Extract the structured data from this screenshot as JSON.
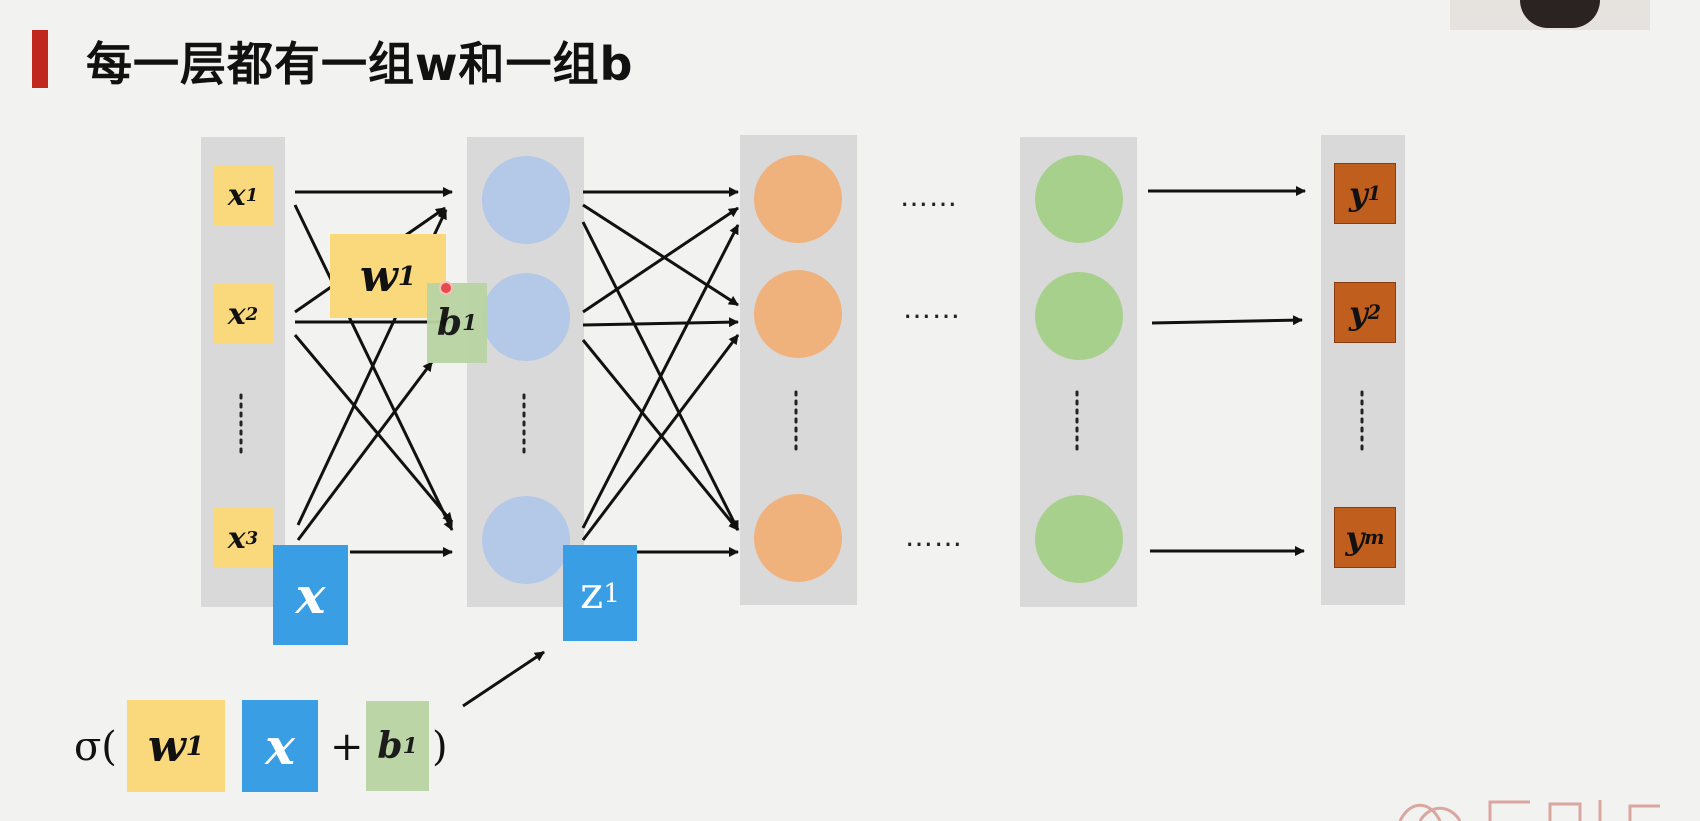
{
  "title": "每一层都有一组w和一组b",
  "input_labels": [
    {
      "base": "x",
      "sub": "1"
    },
    {
      "base": "x",
      "sub": "2"
    },
    {
      "base": "x",
      "sub": "3"
    }
  ],
  "output_labels": [
    {
      "base": "y",
      "sub": "1"
    },
    {
      "base": "y",
      "sub": "2"
    },
    {
      "base": "y",
      "sub": "m"
    }
  ],
  "weight": {
    "base": "w",
    "sup": "1"
  },
  "bias": {
    "base": "b",
    "sup": "1"
  },
  "x_vec": "x",
  "z_out": {
    "base": "z",
    "sup": "1"
  },
  "h_dots": "……",
  "formula": {
    "sigma_open": "σ(",
    "w": {
      "base": "w",
      "sup": "1"
    },
    "x": "x",
    "plus": "+",
    "b": {
      "base": "b",
      "sup": "1"
    },
    "close": ")"
  },
  "colors": {
    "title_accent": "#c0281e",
    "layer1_nodes": "#b4c8e8",
    "layer2_nodes": "#f0b27d",
    "layerN_nodes": "#a8d08d",
    "x_labels": "#fad97c",
    "y_labels": "#c05e1e",
    "x_vector": "#3a9ee4",
    "bias": "#b9d4a3"
  }
}
